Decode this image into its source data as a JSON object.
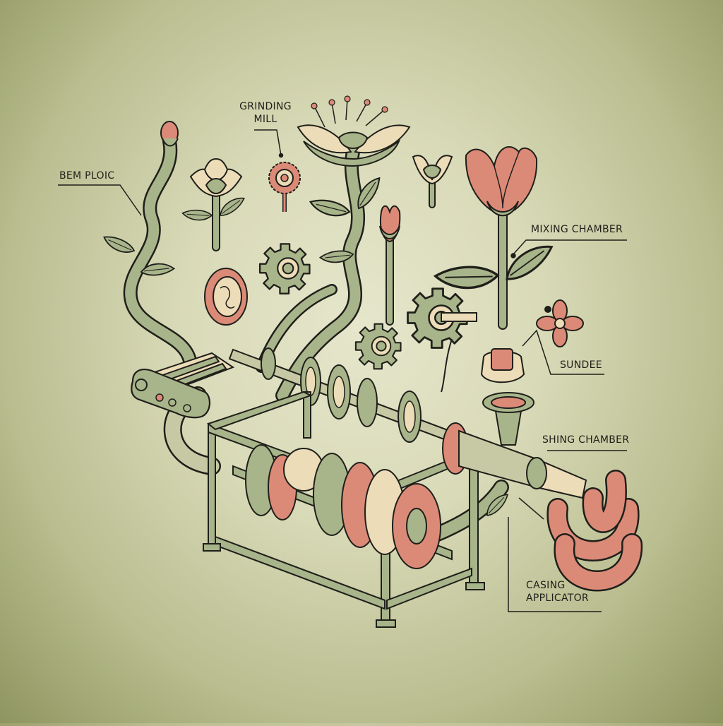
{
  "diagram": {
    "type": "annotated-illustration",
    "subject": "Botanical sausage-making machine",
    "palette": {
      "background_center": "#e6e6cc",
      "background_edge": "#8f955f",
      "sage_green": "#a8b48a",
      "dark_green": "#7f9464",
      "cream": "#ecdcb8",
      "salmon": "#dc8a78",
      "outline": "#1f1f1a"
    },
    "labels": [
      {
        "id": "bem-ploic",
        "text": "BEM PLOIC"
      },
      {
        "id": "grinding-mill",
        "line1": "GRINDING",
        "line2": "MILL"
      },
      {
        "id": "mixing-chamber",
        "text": "MIXING CHAMBER"
      },
      {
        "id": "sundee",
        "text": "SUNDEE"
      },
      {
        "id": "shing-chamber",
        "text": "SHING CHAMBER"
      },
      {
        "id": "casing-applicator",
        "line1": "CASING",
        "line2": "APPLICATOR"
      }
    ],
    "components": [
      "vine-stems",
      "open-flowers",
      "tulip-buds",
      "floating-gears",
      "conveyor-rollers",
      "metal-frame-table",
      "axle-with-discs",
      "funnel-hopper",
      "extruder-nozzle",
      "sausage-links"
    ]
  }
}
